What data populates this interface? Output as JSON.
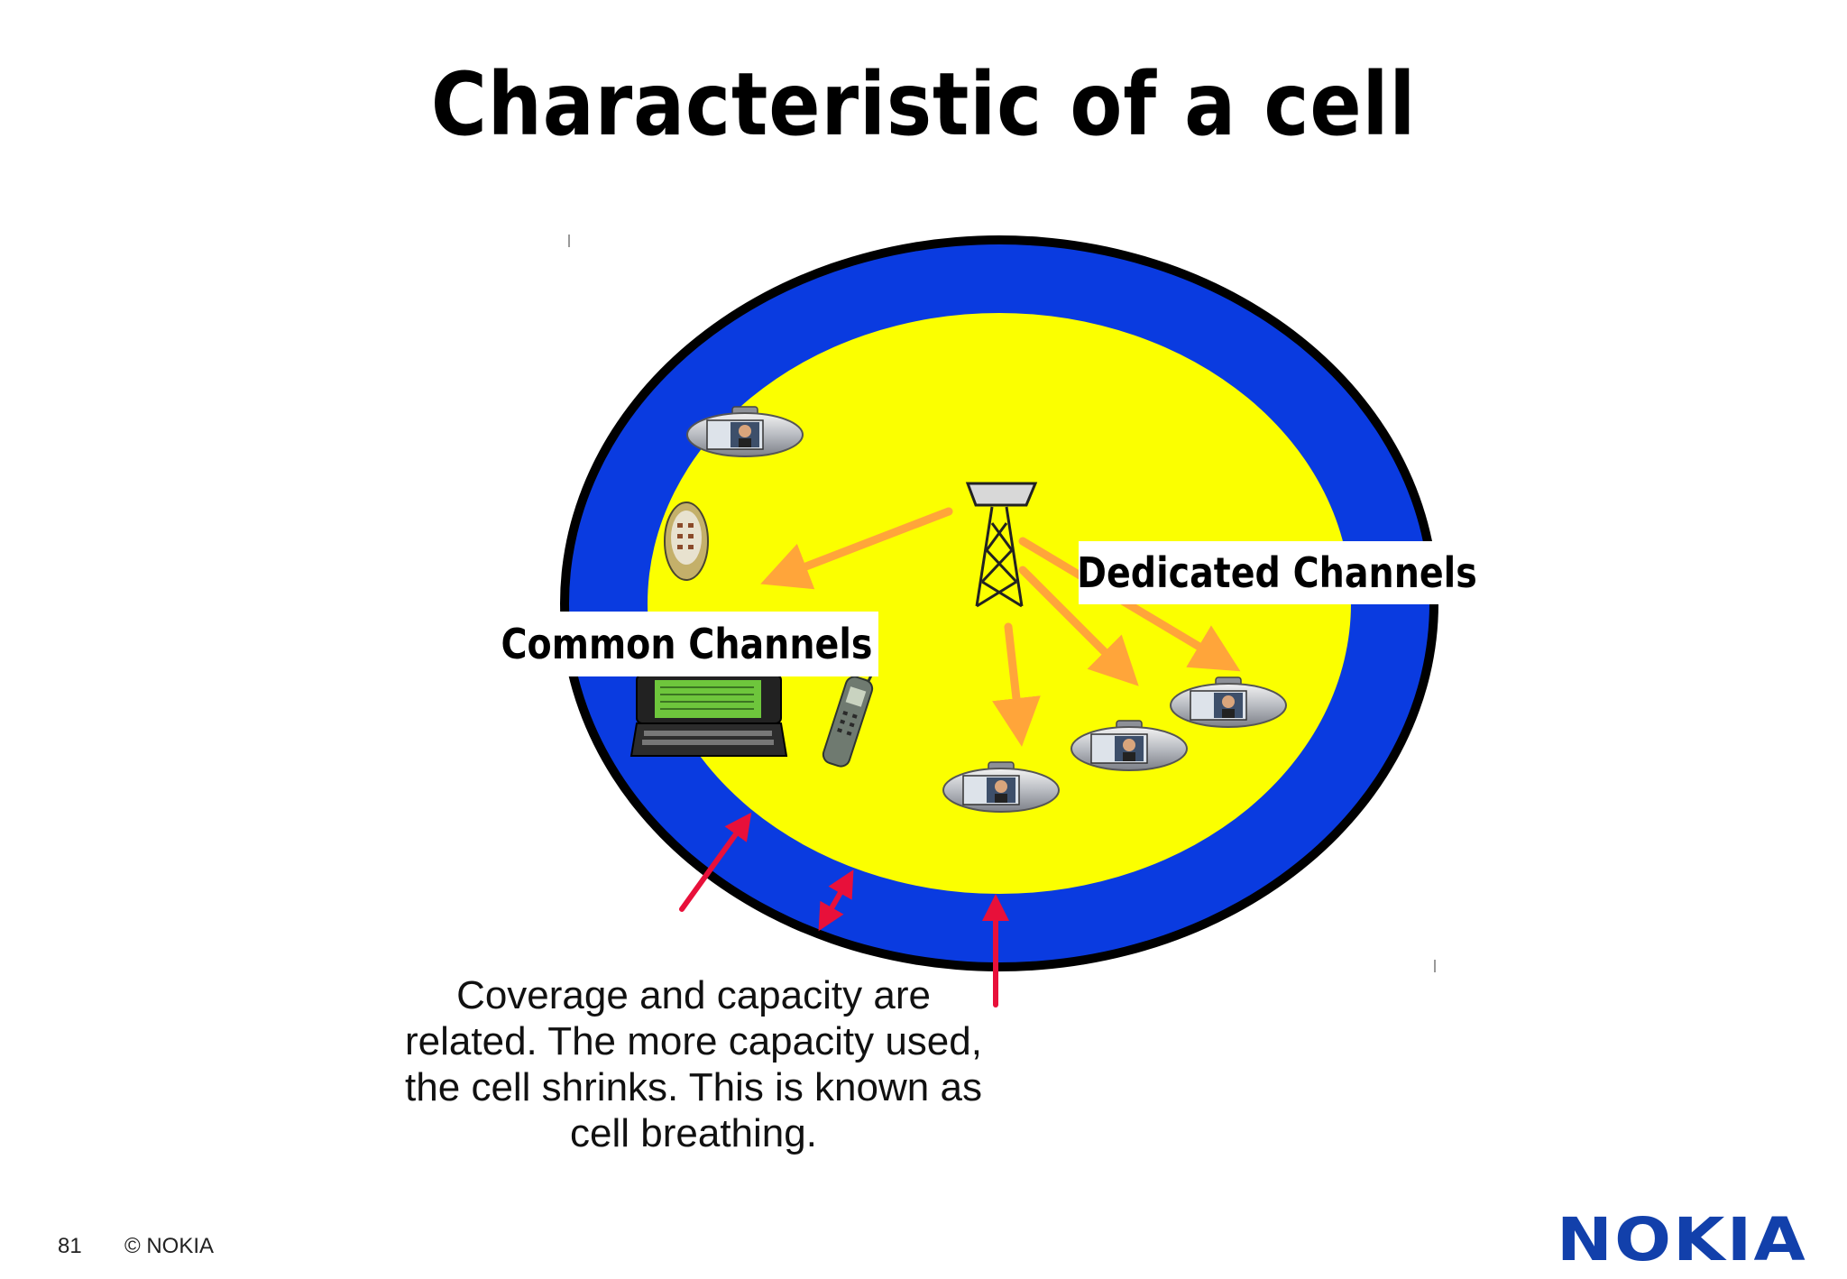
{
  "slide": {
    "title": "Characteristic of a cell",
    "common_channels_label": "Common Channels",
    "dedicated_channels_label": "Dedicated Channels",
    "caption_lines": [
      "Coverage and capacity are",
      "related. The more capacity used,",
      "the cell shrinks. This is known as",
      "cell breathing."
    ],
    "page_number": "81",
    "copyright": "© NOKIA",
    "logo_text": "NOKIA"
  },
  "colors": {
    "outer_ring": "#000000",
    "coverage_zone": "#0a3be0",
    "capacity_zone": "#fbff00",
    "channel_arrows": "#ffa53a",
    "breathing_arrows": "#e8103a",
    "logo": "#1240ab"
  },
  "icons": {
    "base_station": "antenna-tower-icon",
    "devices": [
      "video-phone-icon",
      "pda-phone-icon",
      "communicator-icon",
      "mobile-phone-icon"
    ]
  }
}
